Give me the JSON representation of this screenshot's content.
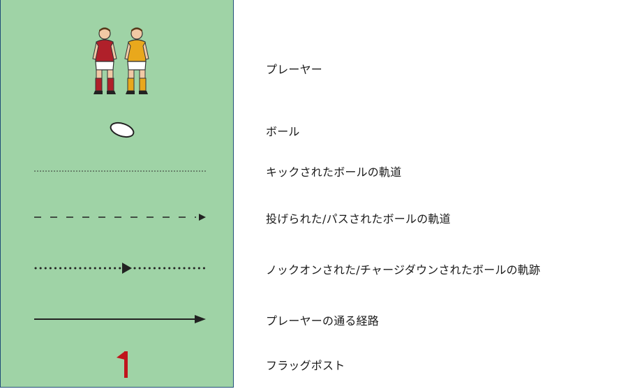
{
  "colors": {
    "panel": "#9fd3a6",
    "border": "#1f4e78",
    "player_red": "#b0202a",
    "player_yellow": "#e9a81c",
    "flag": "#c0141c",
    "line": "#222222"
  },
  "legend": {
    "items": [
      {
        "icon": "players-icon",
        "label": "プレーヤー"
      },
      {
        "icon": "ball-icon",
        "label": "ボール"
      },
      {
        "icon": "dotted-line-icon",
        "label": "キックされたボールの軌道"
      },
      {
        "icon": "dashed-arrow-icon",
        "label": "投げられた/パスされたボールの軌道"
      },
      {
        "icon": "dotted-arrow-icon",
        "label": "ノックオンされた/チャージダウンされたボールの軌跡"
      },
      {
        "icon": "solid-arrow-icon",
        "label": "プレーヤーの通る経路"
      },
      {
        "icon": "flag-post-icon",
        "label": "フラッグポスト"
      }
    ]
  }
}
